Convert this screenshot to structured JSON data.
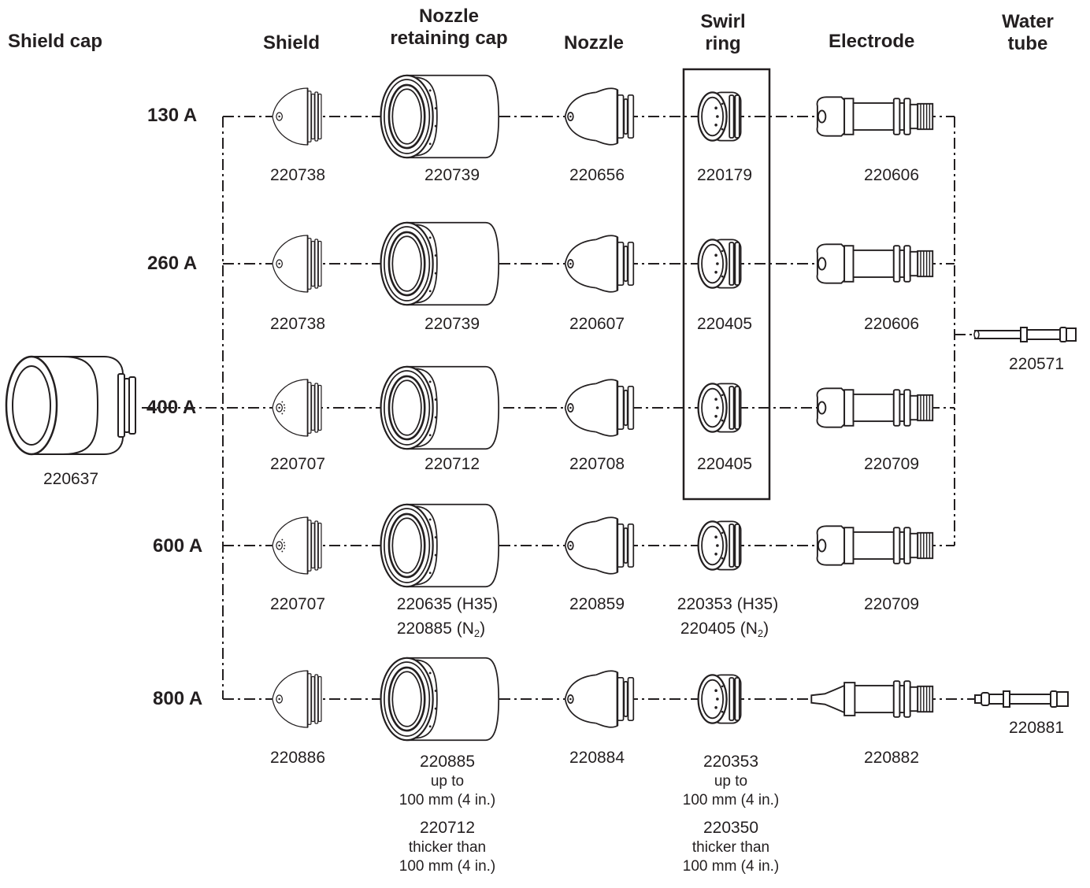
{
  "headers": {
    "shield_cap": "Shield cap",
    "shield": "Shield",
    "nozzle_retaining_cap_1": "Nozzle",
    "nozzle_retaining_cap_2": "retaining cap",
    "nozzle": "Nozzle",
    "swirl_ring_1": "Swirl",
    "swirl_ring_2": "ring",
    "electrode": "Electrode",
    "water_tube_1": "Water",
    "water_tube_2": "tube"
  },
  "currents": [
    "130 A",
    "260 A",
    "400 A",
    "600 A",
    "800 A"
  ],
  "shield_cap_part": "220637",
  "rows": [
    {
      "shield": "220738",
      "retaining_cap": "220739",
      "nozzle": "220656",
      "swirl_ring": "220179",
      "electrode": "220606"
    },
    {
      "shield": "220738",
      "retaining_cap": "220739",
      "nozzle": "220607",
      "swirl_ring": "220405",
      "electrode": "220606"
    },
    {
      "shield": "220707",
      "retaining_cap": "220712",
      "nozzle": "220708",
      "swirl_ring": "220405",
      "electrode": "220709"
    },
    {
      "shield": "220707",
      "retaining_cap_a": "220635 (H35)",
      "retaining_cap_b": "220885 (N",
      "retaining_cap_b_sub": "2",
      "retaining_cap_b_end": ")",
      "nozzle": "220859",
      "swirl_ring_a": "220353 (H35)",
      "swirl_ring_b": "220405 (N",
      "swirl_ring_b_sub": "2",
      "swirl_ring_b_end": ")",
      "electrode": "220709"
    },
    {
      "shield": "220886",
      "nozzle": "220884",
      "electrode": "220882",
      "retaining_cap_notes": [
        "220885",
        "up to",
        "100 mm (4 in.)",
        "220712",
        "thicker than",
        "100 mm (4 in.)"
      ],
      "swirl_ring_notes": [
        "220353",
        "up to",
        "100 mm (4 in.)",
        "220350",
        "thicker than",
        "100 mm (4 in.)"
      ]
    }
  ],
  "water_tubes": [
    "220571",
    "220881"
  ]
}
